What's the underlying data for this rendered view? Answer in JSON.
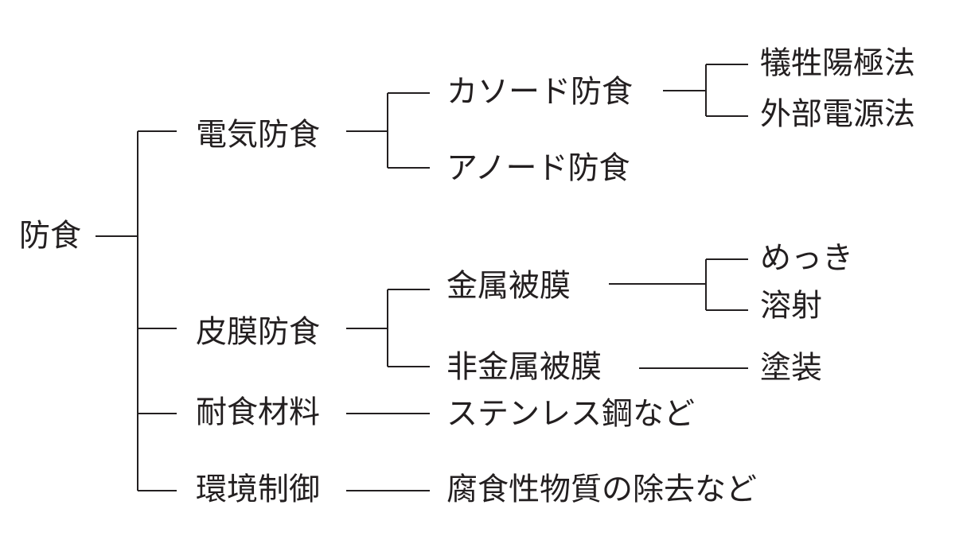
{
  "root": {
    "label": "防食"
  },
  "level1": [
    {
      "label": "電気防食"
    },
    {
      "label": "皮膜防食"
    },
    {
      "label": "耐食材料"
    },
    {
      "label": "環境制御"
    }
  ],
  "level2": [
    {
      "label": "カソード防食"
    },
    {
      "label": "アノード防食"
    },
    {
      "label": "金属被膜"
    },
    {
      "label": "非金属被膜"
    },
    {
      "label": "ステンレス鋼など"
    },
    {
      "label": "腐食性物質の除去など"
    }
  ],
  "level3": [
    {
      "label": "犠牲陽極法"
    },
    {
      "label": "外部電源法"
    },
    {
      "label": "めっき"
    },
    {
      "label": "溶射"
    },
    {
      "label": "塗装"
    }
  ],
  "colors": {
    "ink": "#231f20",
    "background": "#ffffff"
  }
}
